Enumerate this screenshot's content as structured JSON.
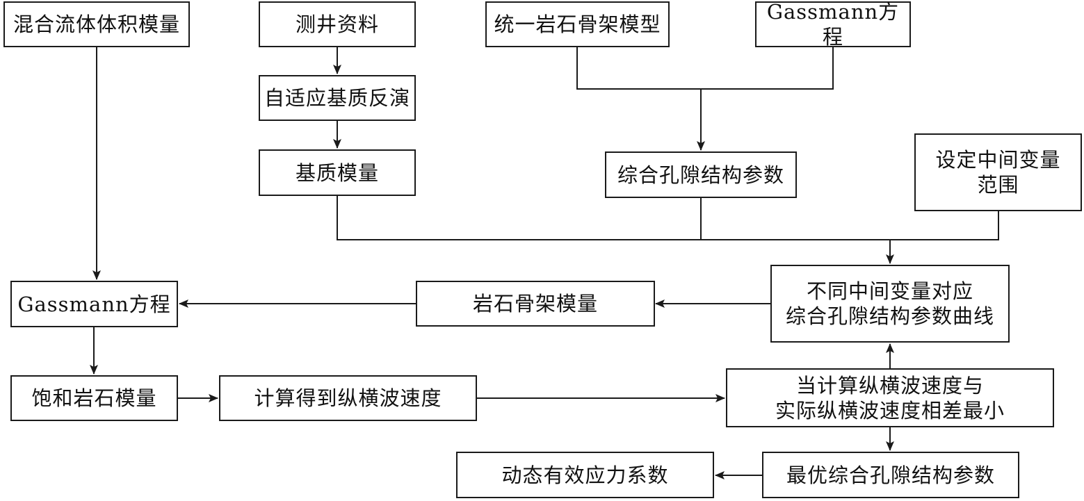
{
  "diagram": {
    "line_color": "#1a1a1a",
    "nodes": {
      "mixed_fluid": "混合流体体积模量",
      "well_log": "测井资料",
      "adaptive_inversion": "自适应基质反演",
      "matrix_modulus": "基质模量",
      "unified_frame_model": "统一岩石骨架模型",
      "gassmann_top": "Gassmann方程",
      "pore_structure_param": "综合孔隙结构参数",
      "set_range": "设定中间变量\n范围",
      "curves": "不同中间变量对应\n综合孔隙结构参数曲线",
      "frame_modulus": "岩石骨架模量",
      "gassmann_left": "Gassmann方程",
      "saturated_modulus": "饱和岩石模量",
      "calc_velocity": "计算得到纵横波速度",
      "min_diff": "当计算纵横波速度与\n实际纵横波速度相差最小",
      "optimal_param": "最优综合孔隙结构参数",
      "stress_coeff": "动态有效应力系数"
    }
  }
}
